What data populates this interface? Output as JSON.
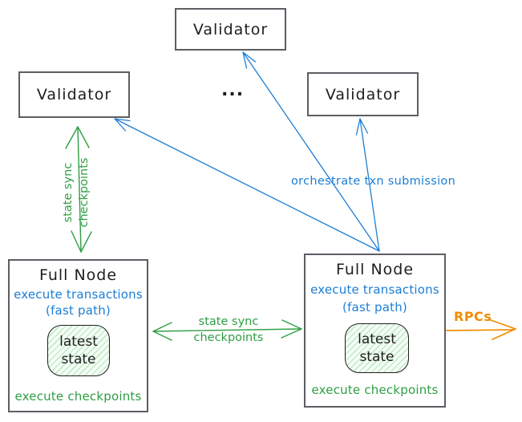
{
  "diagram": {
    "validators": {
      "top": "Validator",
      "left": "Validator",
      "right": "Validator",
      "ellipsis": "..."
    },
    "full_node_left": {
      "title": "Full Node",
      "exec_line1": "execute transactions",
      "exec_line2": "(fast path)",
      "state_line1": "latest",
      "state_line2": "state",
      "footer": "execute checkpoints"
    },
    "full_node_right": {
      "title": "Full Node",
      "exec_line1": "execute transactions",
      "exec_line2": "(fast path)",
      "state_line1": "latest",
      "state_line2": "state",
      "footer": "execute checkpoints"
    },
    "labels": {
      "state_sync_vertical": {
        "line1": "state sync",
        "line2": "checkpoints"
      },
      "state_sync_horizontal": {
        "line1": "state sync",
        "line2": "checkpoints"
      },
      "orchestrate": "orchestrate txn submission",
      "rpcs": "RPCs"
    },
    "colors": {
      "green": "#2f9e44",
      "blue": "#1c7ed6",
      "orange": "#f08c00",
      "ink": "#1e1e1e",
      "box_border": "#5b5e63",
      "state_fill": "#f6fdf7",
      "state_hatch": "#c0ecc5"
    }
  }
}
